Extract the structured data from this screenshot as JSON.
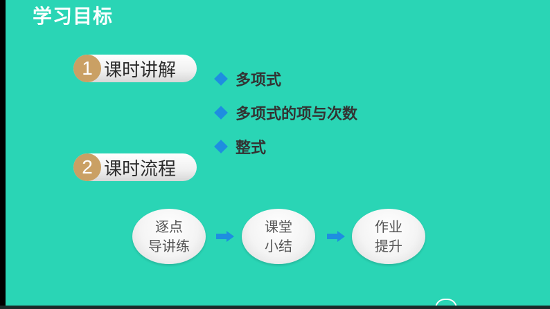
{
  "slide": {
    "title": "学习目标",
    "background_color": "#2ad5b5"
  },
  "sections": [
    {
      "number": "1",
      "label": "课时讲解"
    },
    {
      "number": "2",
      "label": "课时流程"
    }
  ],
  "bullets": [
    {
      "icon": "diamond-bullet-icon",
      "text": "多项式"
    },
    {
      "icon": "diamond-bullet-icon",
      "text": "多项式的项与次数"
    },
    {
      "icon": "diamond-bullet-icon",
      "text": "整式"
    }
  ],
  "flow": [
    {
      "line1": "逐点",
      "line2": "导讲练"
    },
    {
      "line1": "课堂",
      "line2": "小结"
    },
    {
      "line1": "作业",
      "line2": "提升"
    }
  ],
  "colors": {
    "number_badge": "#caa064",
    "diamond": "#1e8ee0",
    "arrow": "#1e8ee0"
  }
}
